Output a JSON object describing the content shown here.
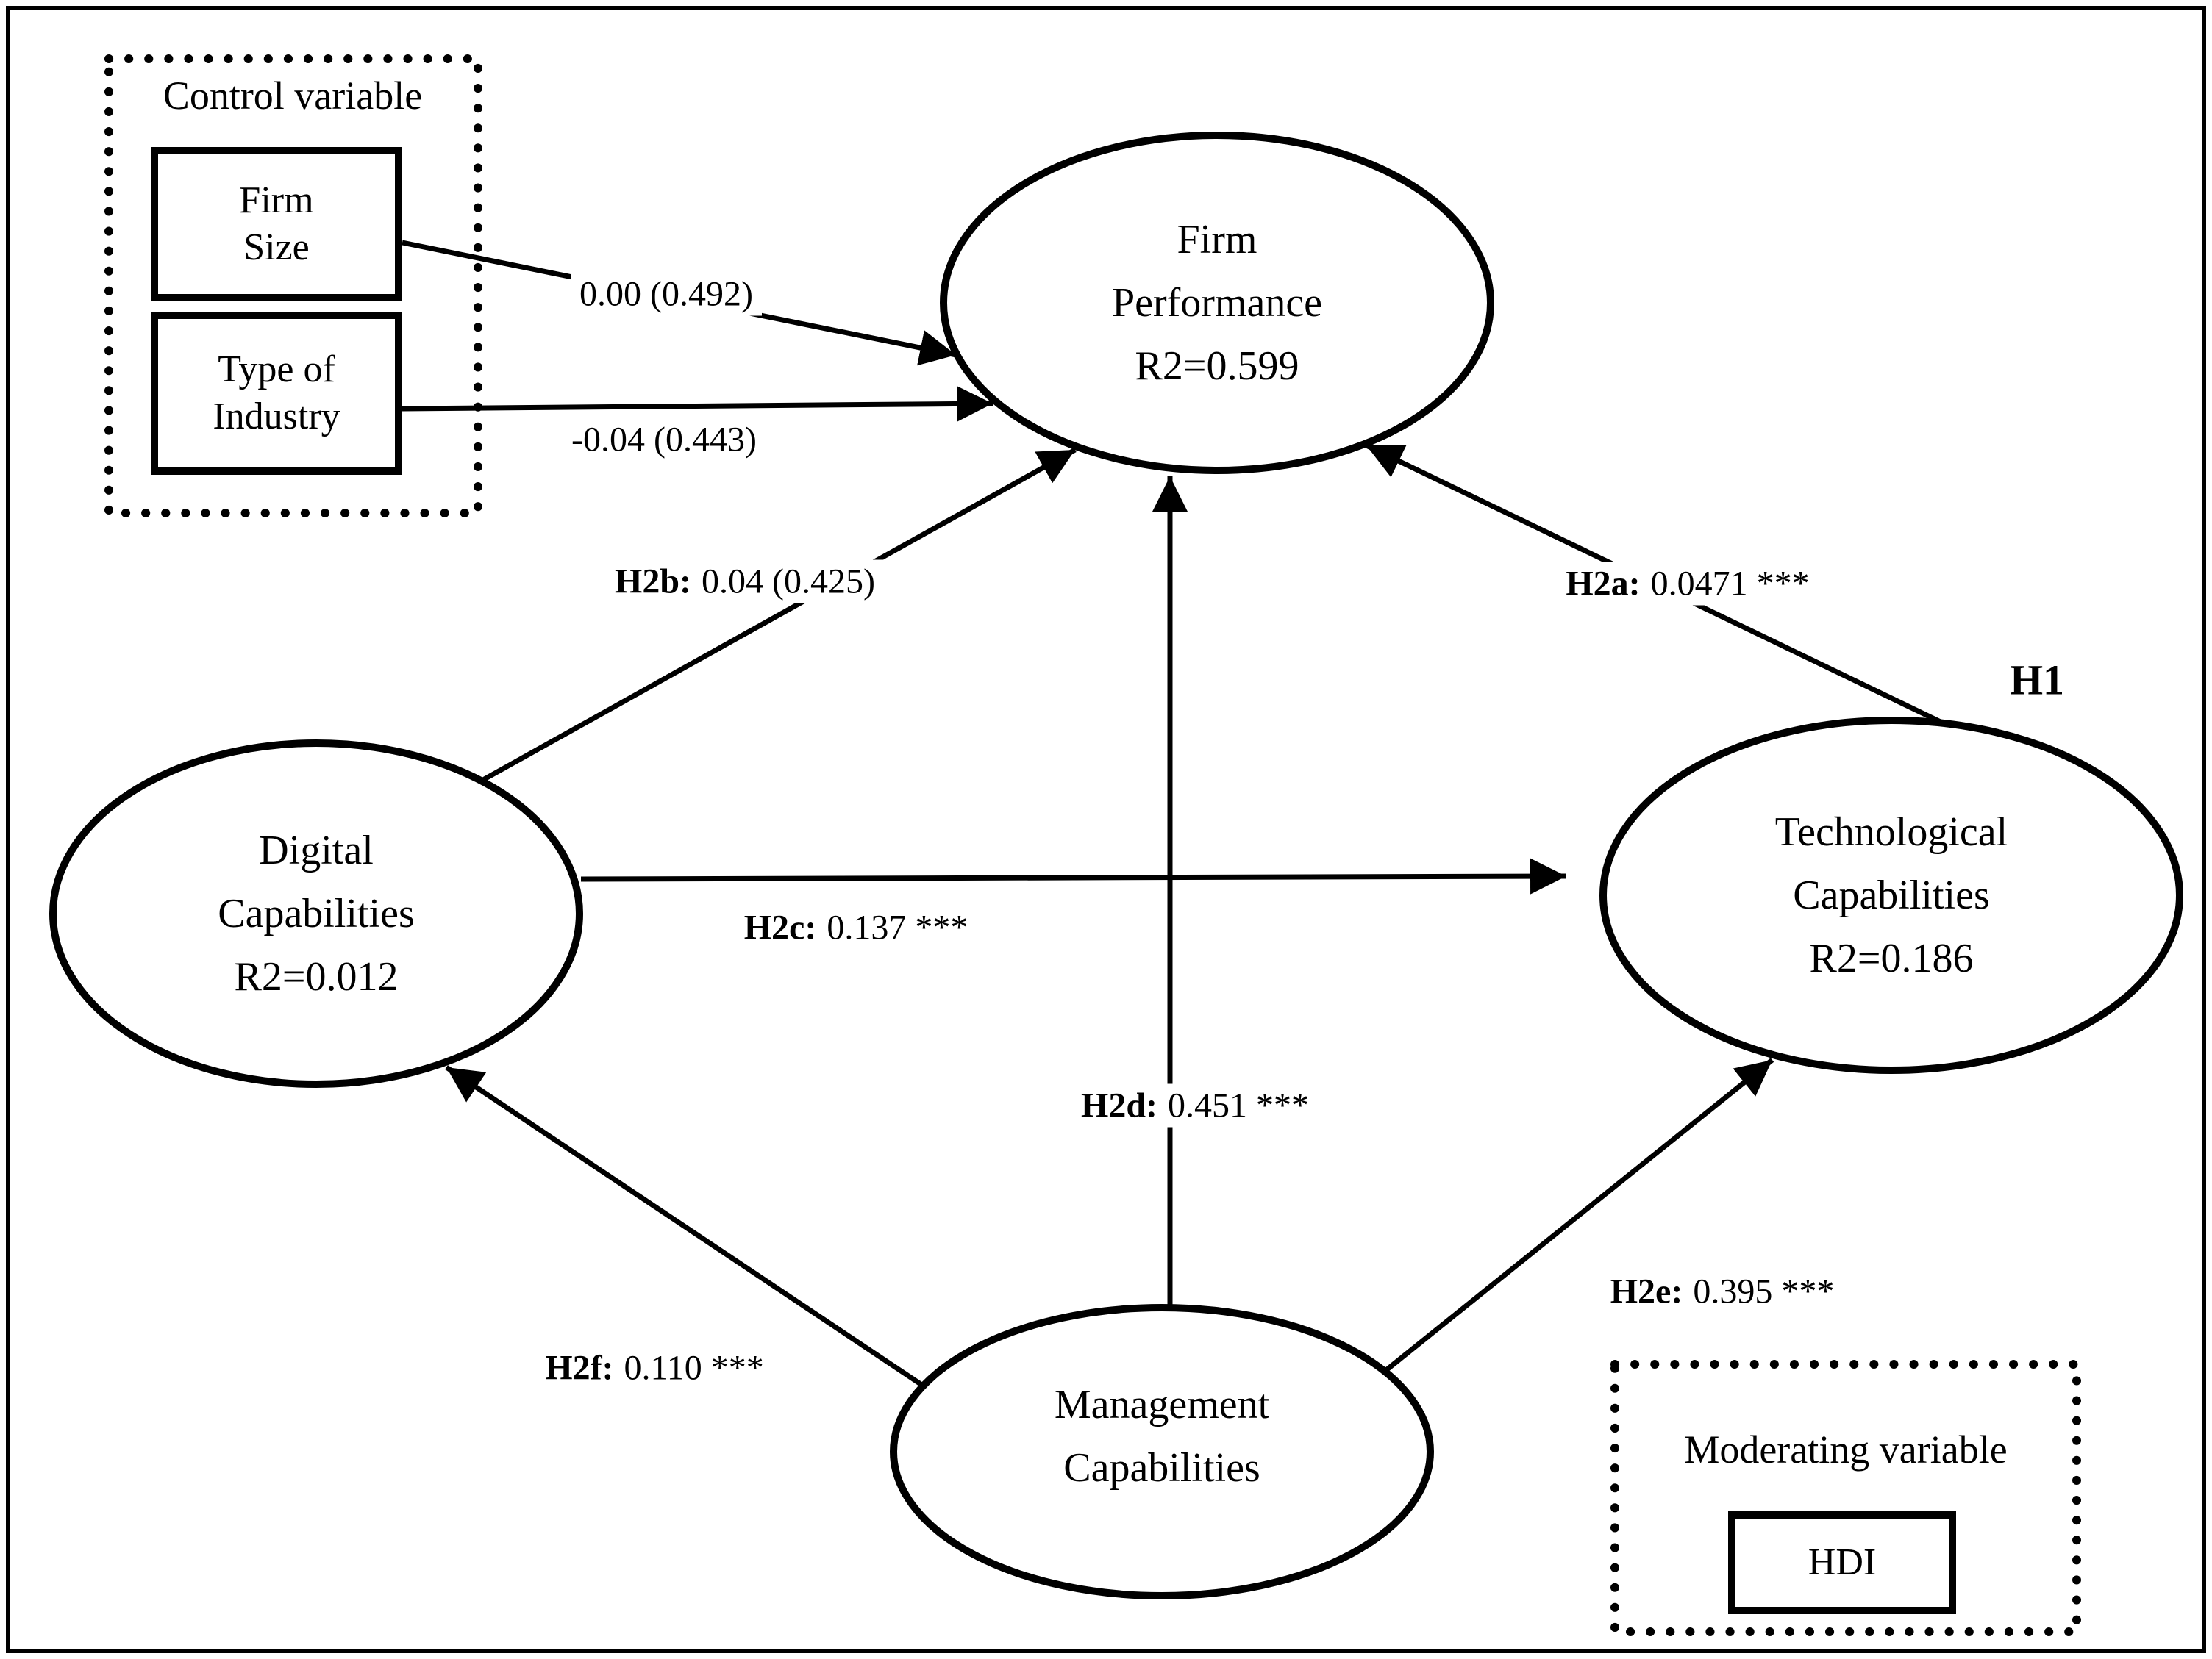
{
  "diagram": {
    "colors": {
      "ink": "#000000",
      "background": "#ffffff"
    },
    "control_box": {
      "title": "Control variable",
      "firm_size": {
        "line1": "Firm",
        "line2": "Size"
      },
      "type_of_industry": {
        "line1": "Type of",
        "line2": "Industry"
      }
    },
    "moderating_box": {
      "title": "Moderating variable",
      "hdi_label": "HDI"
    },
    "nodes": {
      "firm_performance": {
        "line1": "Firm",
        "line2": "Performance",
        "line3": "R2=0.599"
      },
      "digital_capabilities": {
        "line1": "Digital",
        "line2": "Capabilities",
        "line3": "R2=0.012"
      },
      "technological_capabilities": {
        "line1": "Technological",
        "line2": "Capabilities",
        "line3": "R2=0.186"
      },
      "management_capabilities": {
        "line1": "Management",
        "line2": "Capabilities"
      }
    },
    "labels": {
      "h1": "H1",
      "firm_size_path": {
        "value": "0.00 (0.492)"
      },
      "industry_path": {
        "value": "-0.04 (0.443)"
      },
      "h2a": {
        "prefix": "H2a:",
        "value": "0.0471 ***"
      },
      "h2b": {
        "prefix": "H2b:",
        "value": "0.04 (0.425)"
      },
      "h2c": {
        "prefix": "H2c:",
        "value": "0.137 ***"
      },
      "h2d": {
        "prefix": "H2d:",
        "value": "0.451 ***"
      },
      "h2e": {
        "prefix": "H2e:",
        "value": "0.395 ***"
      },
      "h2f": {
        "prefix": "H2f:",
        "value": "0.110 ***"
      }
    }
  }
}
